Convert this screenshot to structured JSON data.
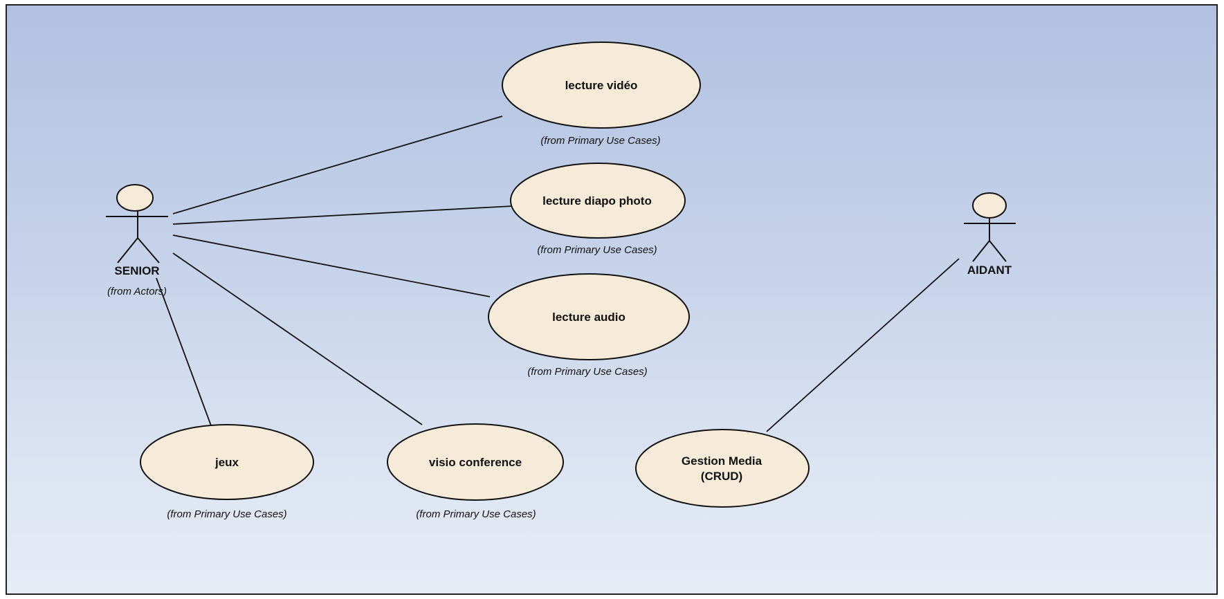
{
  "diagram": {
    "actors": [
      {
        "id": "senior",
        "name": "SENIOR",
        "package": "(from Actors)"
      },
      {
        "id": "aidant",
        "name": "AIDANT",
        "package": ""
      }
    ],
    "use_cases": [
      {
        "id": "lecture-video",
        "label": "lecture vidéo",
        "package": "(from Primary Use Cases)"
      },
      {
        "id": "lecture-diapo",
        "label": "lecture diapo photo",
        "package": "(from Primary Use Cases)"
      },
      {
        "id": "lecture-audio",
        "label": "lecture audio",
        "package": "(from Primary Use Cases)"
      },
      {
        "id": "jeux",
        "label": "jeux",
        "package": "(from Primary Use Cases)"
      },
      {
        "id": "visio",
        "label": "visio conference",
        "package": "(from Primary Use Cases)"
      },
      {
        "id": "gestion-media",
        "label_line1": "Gestion Media",
        "label_line2": "(CRUD)",
        "package": ""
      }
    ],
    "associations": [
      {
        "from": "senior",
        "to": "lecture-video"
      },
      {
        "from": "senior",
        "to": "lecture-diapo"
      },
      {
        "from": "senior",
        "to": "lecture-audio"
      },
      {
        "from": "senior",
        "to": "jeux"
      },
      {
        "from": "senior",
        "to": "visio"
      },
      {
        "from": "aidant",
        "to": "gestion-media"
      }
    ],
    "colors": {
      "use_case_fill": "#f6ead8",
      "background_top": "#b1c1e0",
      "background_bottom": "#e6ecf6",
      "stroke": "#111111"
    }
  }
}
